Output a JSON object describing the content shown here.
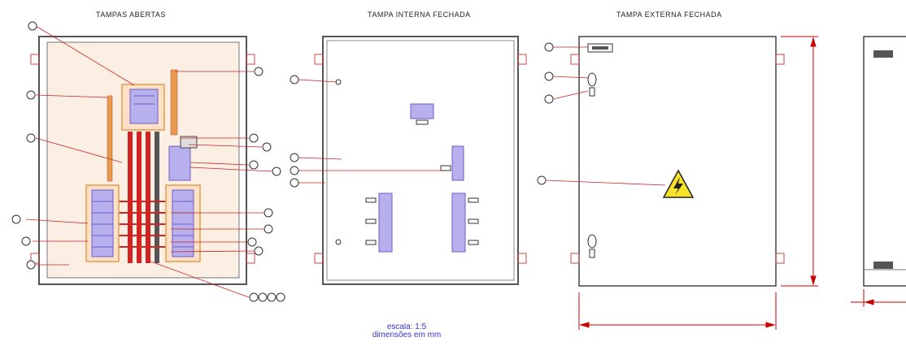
{
  "titles": {
    "open": "TAMPAS ABERTAS",
    "inner_closed": "TAMPA INTERNA FECHADA",
    "outer_closed": "TAMPA EXTERNA FECHADA"
  },
  "scale_line1": "escala: 1:5",
  "scale_line2": "dimensões em mm",
  "colors": {
    "enclosure": "#555555",
    "panel_fill": "#fbeee2",
    "breaker": "#b8b0ec",
    "busbar": "#d22222",
    "terminal": "#e69a4a",
    "dimension": "#cc0000",
    "label_text": "#3333cc"
  },
  "icons": [
    "warning-high-voltage-icon",
    "door-hinge-icon",
    "lock-handle-icon",
    "ground-terminal-icon"
  ]
}
